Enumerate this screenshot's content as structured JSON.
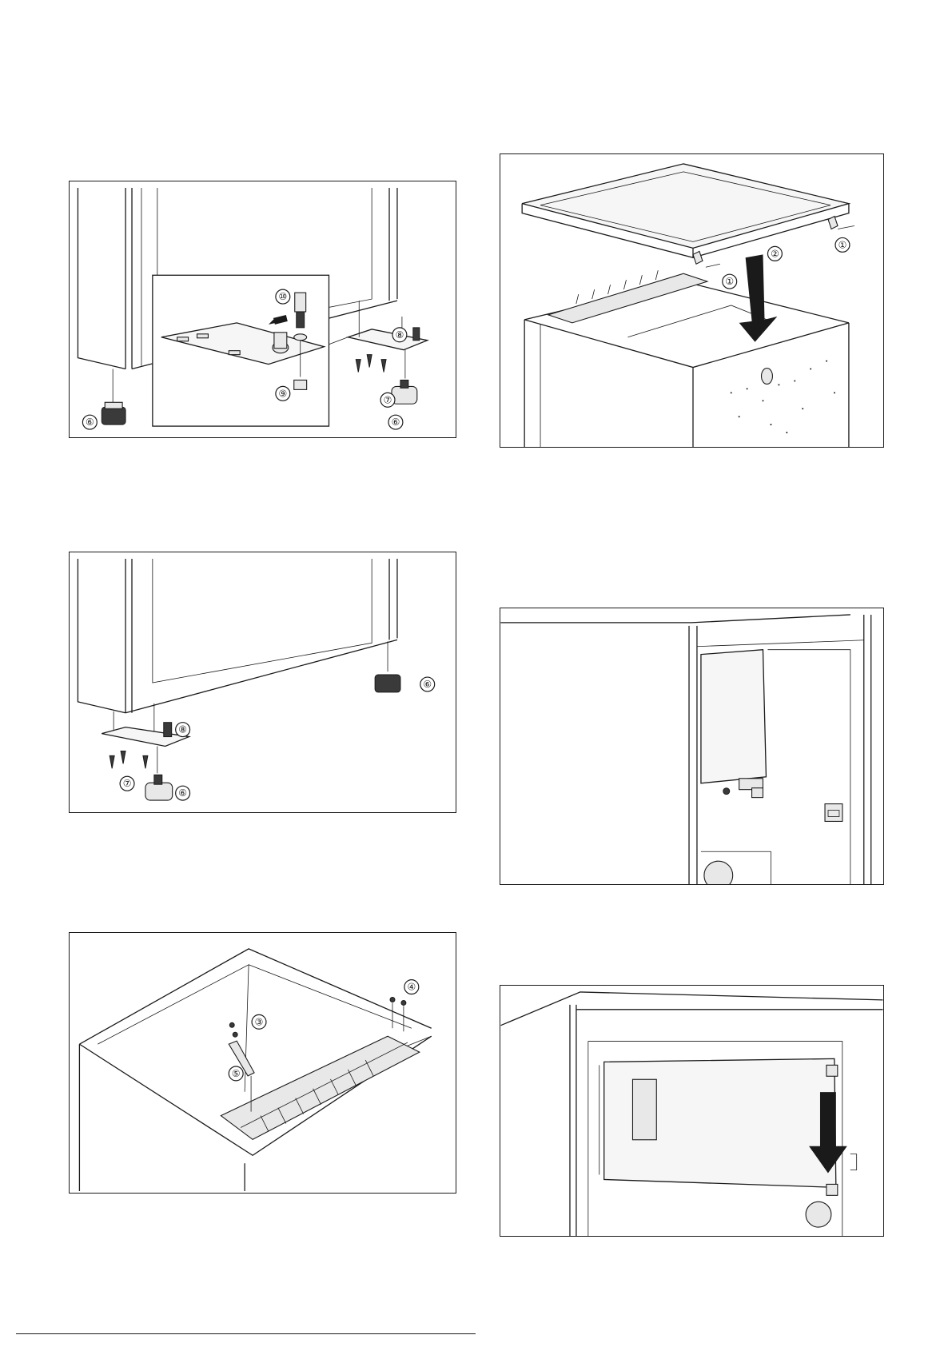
{
  "figures": {
    "fig1": {
      "callouts": [
        "⑩",
        "⑧",
        "⑨",
        "⑦",
        "⑥",
        "⑥"
      ]
    },
    "fig2": {
      "callouts": [
        "⑥",
        "⑧",
        "⑦",
        "⑥"
      ]
    },
    "fig3": {
      "callouts": [
        "④",
        "③",
        "⑤"
      ]
    },
    "fig4": {
      "callouts": [
        "②",
        "①",
        "①"
      ]
    },
    "fig5": {
      "callouts": []
    },
    "fig6": {
      "callouts": []
    }
  }
}
